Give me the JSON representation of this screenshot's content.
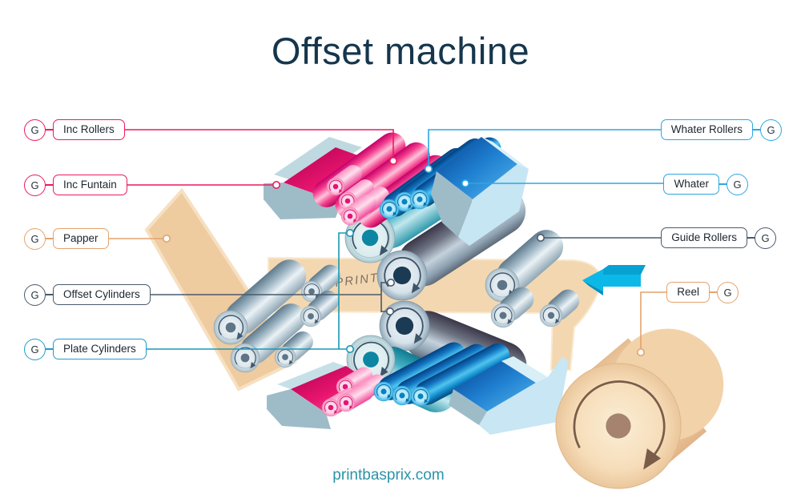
{
  "title": "Offset machine",
  "footer": "printbasprix.com",
  "badge_letter": "G",
  "print_mark": "PRINT",
  "labels": {
    "inc_rollers": "Inc Rollers",
    "inc_funtain": "Inc Funtain",
    "papper": "Papper",
    "offset_cylinders": "Offset Cylinders",
    "plate_cylinders": "Plate Cylinders",
    "whater_rollers": "Whater Rollers",
    "whater": "Whater",
    "guide_rollers": "Guide Rollers",
    "reel": "Reel"
  },
  "colors": {
    "pink": "#EC1A5E",
    "blue": "#2BA7E3",
    "teal": "#1898B6",
    "teal_label": "#1F9CCB",
    "slate": "#4A5A6B",
    "orange": "#E3A36E",
    "title": "#15364D",
    "footer_link": "#2A93A8",
    "ink": "#E8156E",
    "water": "#1F7FD0",
    "paper": "#F3D7B0",
    "cyan_arrow": "#0CB8E8"
  }
}
